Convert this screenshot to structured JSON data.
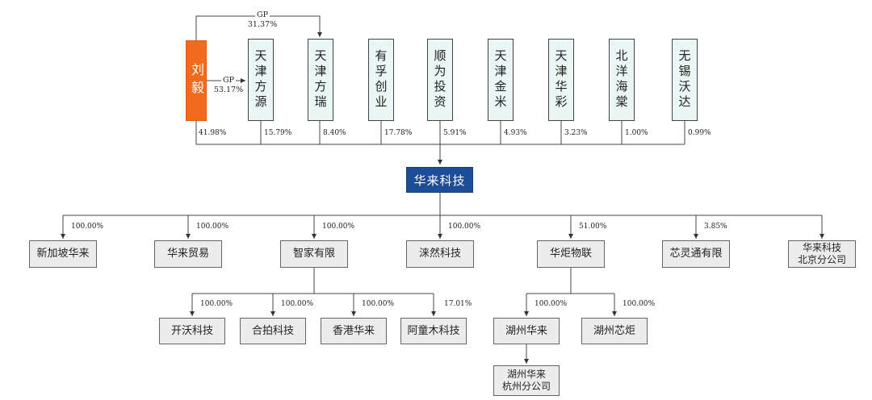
{
  "person": {
    "name": "刘毅"
  },
  "gp_links": [
    {
      "label": "GP",
      "pct": "31.37%"
    },
    {
      "label": "GP",
      "pct": "53.17%"
    }
  ],
  "shareholders": [
    {
      "name": "天津方源"
    },
    {
      "name": "天津方瑞"
    },
    {
      "name": "有孚创业"
    },
    {
      "name": "顺为投资"
    },
    {
      "name": "天津金米"
    },
    {
      "name": "天津华彩"
    },
    {
      "name": "北洋海棠"
    },
    {
      "name": "无锡沃达"
    }
  ],
  "shareholder_pcts": [
    "41.98%",
    "15.79%",
    "8.40%",
    "17.78%",
    "5.91%",
    "4.93%",
    "3.23%",
    "1.00%",
    "0.99%"
  ],
  "company": {
    "name": "华来科技"
  },
  "subsidiaries": [
    {
      "name": "新加坡华来",
      "pct": "100.00%"
    },
    {
      "name": "华来贸易",
      "pct": "100.00%"
    },
    {
      "name": "智家有限",
      "pct": "100.00%"
    },
    {
      "name": "涞然科技",
      "pct": "100.00%"
    },
    {
      "name": "华炬物联",
      "pct": "51.00%"
    },
    {
      "name": "芯灵通有限",
      "pct": "3.85%"
    },
    {
      "name": "华来科技\n北京分公司",
      "pct": ""
    }
  ],
  "zhijia_children": [
    {
      "name": "开沃科技",
      "pct": "100.00%"
    },
    {
      "name": "合拍科技",
      "pct": "100.00%"
    },
    {
      "name": "香港华来",
      "pct": "100.00%"
    },
    {
      "name": "阿童木科技",
      "pct": "17.01%"
    }
  ],
  "huaju_children": [
    {
      "name": "湖州华来",
      "pct": "100.00%"
    },
    {
      "name": "湖州芯炬",
      "pct": "100.00%"
    }
  ],
  "huzhou_branch": {
    "name": "湖州华来\n杭州分公司"
  },
  "colors": {
    "person": "#f26a1b",
    "center": "#1c4d96",
    "shareholder_fill": "#eaf6f4",
    "entity_fill": "#ececec",
    "line": "#444444"
  }
}
